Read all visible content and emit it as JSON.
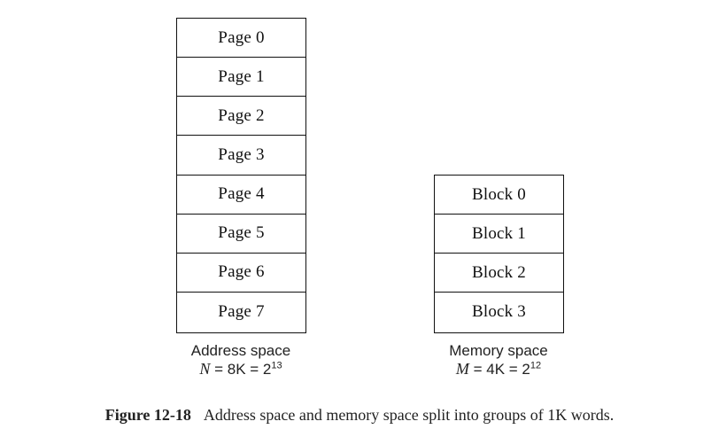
{
  "address_space": {
    "pages": [
      "Page 0",
      "Page 1",
      "Page 2",
      "Page 3",
      "Page 4",
      "Page 5",
      "Page 6",
      "Page 7"
    ],
    "label": "Address space",
    "formula_var": "N",
    "formula_text": " = 8K = 2",
    "formula_exp": "13"
  },
  "memory_space": {
    "blocks": [
      "Block 0",
      "Block 1",
      "Block 2",
      "Block 3"
    ],
    "label": "Memory space",
    "formula_var": "M",
    "formula_text": " = 4K = 2",
    "formula_exp": "12"
  },
  "figure": {
    "label": "Figure 12-18",
    "caption": "Address space and memory space split into groups of 1K words."
  }
}
